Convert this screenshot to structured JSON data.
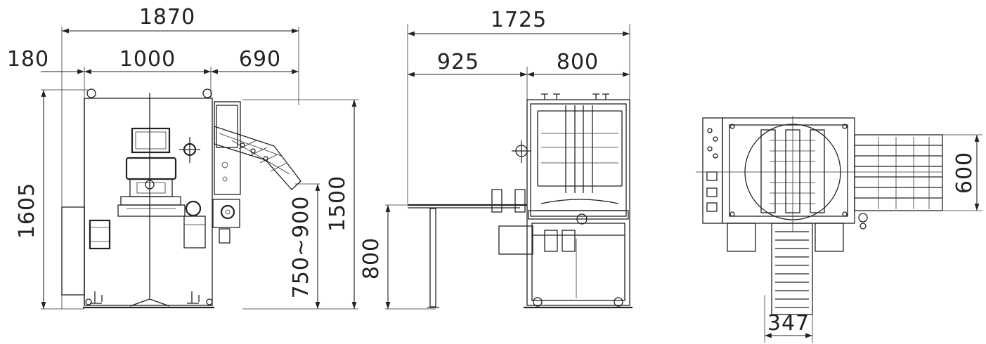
{
  "front_view": {
    "overall_width": "1870",
    "offset_left": "180",
    "body_width": "1000",
    "conveyor_width": "690",
    "overall_height": "1605",
    "conveyor_height": "1500",
    "discharge_height": "750~900"
  },
  "side_view": {
    "overall_width": "1725",
    "table_length": "925",
    "body_depth": "800",
    "table_height": "800"
  },
  "top_view": {
    "conveyor_span": "600",
    "infeed_width": "347"
  }
}
